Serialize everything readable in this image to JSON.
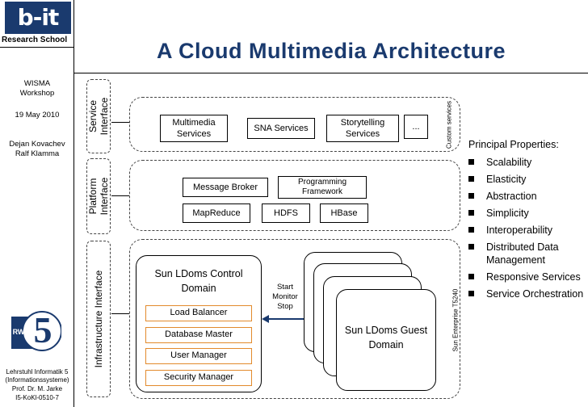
{
  "sidebar": {
    "logo_text": "b-it",
    "school": "Research School",
    "workshop_line1": "WISMA",
    "workshop_line2": "Workshop",
    "date": "19 May 2010",
    "author1": "Dejan Kovachev",
    "author2": "Ralf Klamma",
    "rwth_text": "RWTH",
    "rwth_number": "5",
    "chair_line1": "Lehrstuhl Informatik 5",
    "chair_line2": "(Informationssysteme)",
    "chair_line3": "Prof. Dr. M. Jarke",
    "code": "I5-KoKl-0510-7"
  },
  "title": "A Cloud Multimedia Architecture",
  "interfaces": {
    "service": "Service Interface",
    "platform": "Platform Interface",
    "infrastructure": "Infrastructure Interface"
  },
  "service_layer": {
    "multimedia": "Multimedia Services",
    "sna": "SNA Services",
    "storytelling": "Storytelling Services",
    "ellipsis": "...",
    "custom": "Custom services"
  },
  "platform_layer": {
    "message_broker": "Message Broker",
    "programming_framework": "Programming Framework",
    "mapreduce": "MapReduce",
    "hdfs": "HDFS",
    "hbase": "HBase"
  },
  "infra_layer": {
    "control_domain": "Sun LDoms Control Domain",
    "load_balancer": "Load Balancer",
    "database_master": "Database Master",
    "user_manager": "User Manager",
    "security_manager": "Security Manager",
    "actions_start": "Start",
    "actions_monitor": "Monitor",
    "actions_stop": "Stop",
    "guest_domain": "Sun LDoms Guest Domain",
    "enterprise": "Sun Enterprise T5240"
  },
  "properties": {
    "heading": "Principal Properties:",
    "items": [
      "Scalability",
      "Elasticity",
      "Abstraction",
      "Simplicity",
      "Interoperability",
      "Distributed Data Management",
      "Responsive Services",
      "Service Orchestration"
    ]
  },
  "colors": {
    "title": "#1a3a6e",
    "accent_orange": "#e28a2c"
  }
}
